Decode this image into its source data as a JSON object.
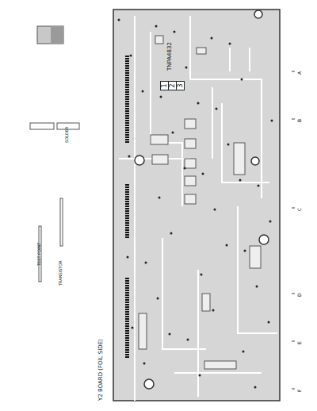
{
  "diagram": {
    "caption": "Y2 BOARD (FOIL SIDE)",
    "nodes": [
      {
        "text": [
          "1"
        ]
      },
      {
        "text": [
          "2"
        ]
      },
      {
        "text": [
          "3"
        ]
      }
    ],
    "labels": [
      "TNPA4832",
      "TEST POINT",
      "TRANSISTOR",
      "SOLDER",
      "A",
      "B",
      "C",
      "D",
      "E",
      "F"
    ]
  }
}
